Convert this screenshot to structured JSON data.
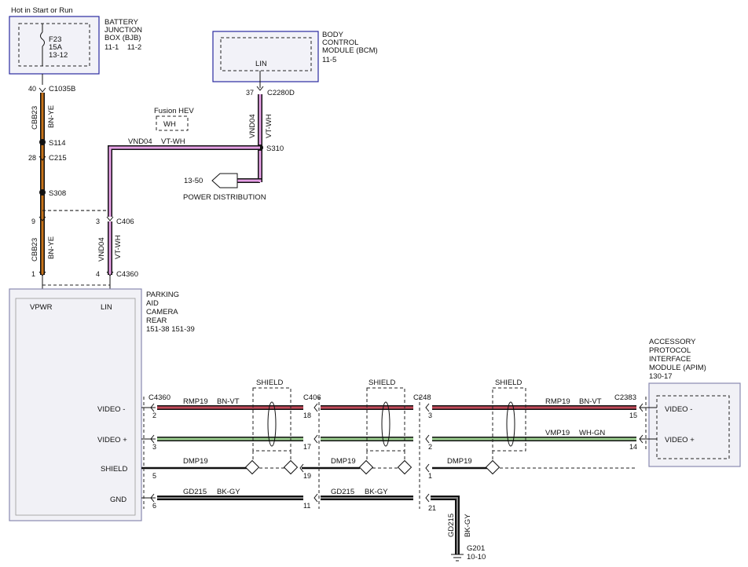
{
  "header": {
    "hot_label": "Hot in Start or Run"
  },
  "bjb": {
    "name_lines": [
      "BATTERY",
      "JUNCTION",
      "BOX (BJB)"
    ],
    "ref": "11-1    11-2",
    "fuse": {
      "name": "F23",
      "rating": "15A",
      "ref": "13-12"
    }
  },
  "bcm": {
    "name_lines": [
      "BODY",
      "CONTROL",
      "MODULE (BCM)"
    ],
    "ref": "11-5",
    "pin_label": "LIN"
  },
  "camera": {
    "name_lines": [
      "PARKING",
      "AID",
      "CAMERA",
      "REAR"
    ],
    "ref": "151-38  151-39",
    "pins": {
      "vpwr": "VPWR",
      "lin": "LIN",
      "video_minus": "VIDEO -",
      "video_plus": "VIDEO +",
      "shield": "SHIELD",
      "gnd": "GND"
    }
  },
  "apim": {
    "name_lines": [
      "ACCESSORY",
      "PROTOCOL",
      "INTERFACE",
      "MODULE (APIM)"
    ],
    "ref": "130-17",
    "pins": {
      "video_minus": "VIDEO -",
      "video_plus": "VIDEO +"
    }
  },
  "option_box": {
    "title": "Fusion HEV",
    "code": "WH"
  },
  "power_distribution": {
    "ref": "13-50",
    "label": "POWER DISTRIBUTION"
  },
  "ground": {
    "name": "G201",
    "ref": "10-10"
  },
  "splices": {
    "s114": "S114",
    "s308": "S308",
    "s310": "S310"
  },
  "shield_label": "SHIELD",
  "connectors": {
    "c1035b": {
      "name": "C1035B",
      "pin": "40"
    },
    "c215": {
      "name": "C215",
      "pin": "28"
    },
    "c2280d": {
      "name": "C2280D",
      "pin": "37"
    },
    "c406_top_left": {
      "name": "",
      "pin": "9"
    },
    "c406_top_right": {
      "name": "C406",
      "pin": "3"
    },
    "c4360_top_left": {
      "name": "",
      "pin": "1"
    },
    "c4360_top_right": {
      "name": "C4360",
      "pin": "4"
    },
    "c4360_bottom": {
      "name": "C4360",
      "pins": [
        "2",
        "3",
        "5",
        "6"
      ]
    },
    "c406_bottom": {
      "name": "C406",
      "pins": [
        "18",
        "17",
        "19",
        "11"
      ]
    },
    "c248": {
      "name": "C248",
      "pins": [
        "3",
        "2",
        "1",
        "21"
      ]
    },
    "c2383": {
      "name": "C2383",
      "pins": [
        "15",
        "14"
      ]
    }
  },
  "wires": {
    "cbb23_upper": {
      "circuit": "CBB23",
      "color": "BN-YE"
    },
    "cbb23_lower": {
      "circuit": "CBB23",
      "color": "BN-YE"
    },
    "vnd04_bcm": {
      "circuit": "VND04",
      "color": "VT-WH"
    },
    "vnd04_top": {
      "circuit": "VND04",
      "color": "VT-WH"
    },
    "vnd04_left": {
      "circuit": "VND04",
      "color": "VT-WH"
    },
    "rmp19_left": {
      "circuit": "RMP19",
      "color": "BN-VT"
    },
    "rmp19_right": {
      "circuit": "RMP19",
      "color": "BN-VT"
    },
    "vmp19_right": {
      "circuit": "VMP19",
      "color": "WH-GN"
    },
    "dmp19_a": {
      "circuit": "DMP19",
      "color": ""
    },
    "dmp19_b": {
      "circuit": "DMP19",
      "color": ""
    },
    "dmp19_c": {
      "circuit": "DMP19",
      "color": ""
    },
    "gd215_a": {
      "circuit": "GD215",
      "color": "BK-GY"
    },
    "gd215_b": {
      "circuit": "GD215",
      "color": "BK-GY"
    },
    "gd215_vert": {
      "circuit": "GD215",
      "color": "BK-GY"
    }
  },
  "colors": {
    "bn_ye": "#c8741a",
    "vt_wh": "#e6a0e6",
    "bn_vt": "#c24a5a",
    "wh_gn": "#9ccf8f",
    "bk_gy": "#222222",
    "module_border": "#2a2aa0",
    "camera_fill": "#f1f1f6"
  }
}
